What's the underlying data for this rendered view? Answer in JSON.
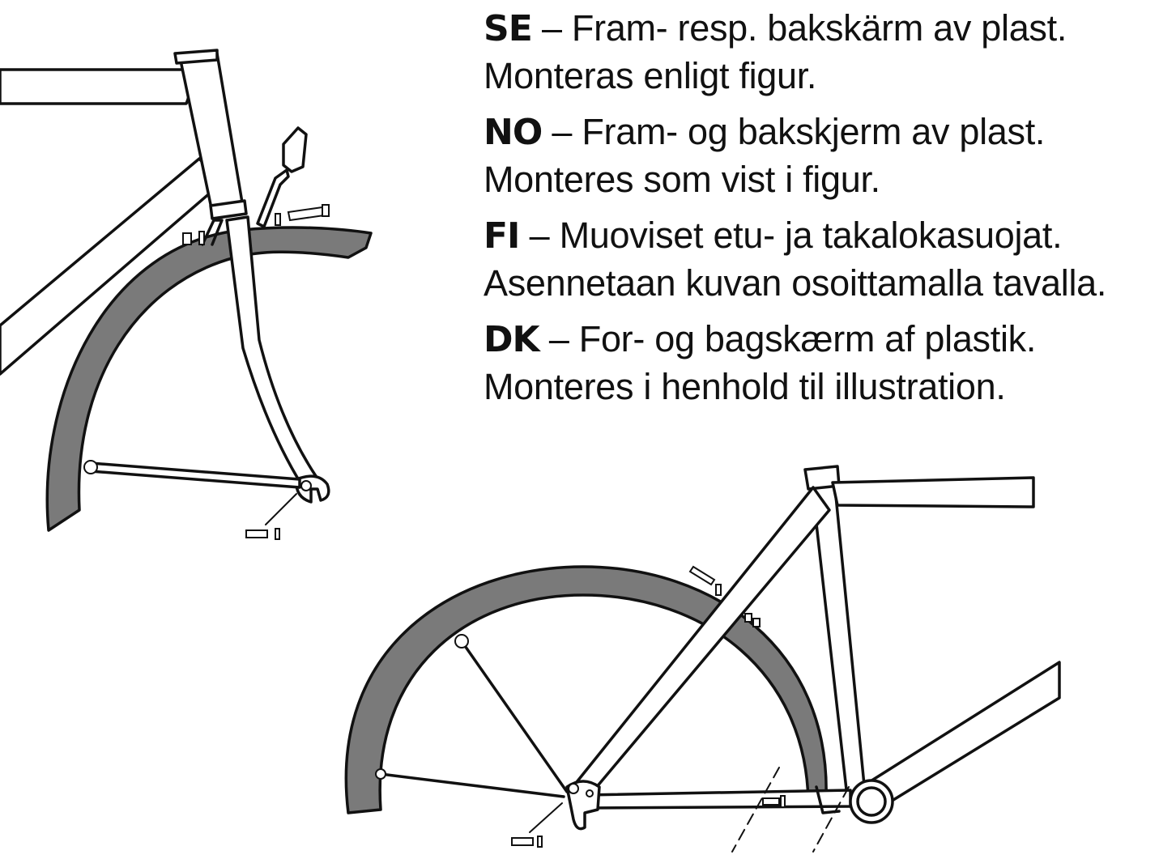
{
  "illustration": {
    "front_assembly": "front-mudguard-mounted-on-fork",
    "rear_assembly": "rear-mudguard-mounted-on-frame"
  },
  "instructions": [
    {
      "code": "SE",
      "line1": " – Fram- resp. bakskärm av plast.",
      "line2": "Monteras enligt figur."
    },
    {
      "code": "NO",
      "line1": " – Fram- og bakskjerm av plast.",
      "line2": "Monteres som vist i figur."
    },
    {
      "code": "FI",
      "line1": " – Muoviset etu- ja takalokasuojat.",
      "line2": "Asennetaan kuvan osoittamalla tavalla."
    },
    {
      "code": "DK",
      "line1": " – For- og bagskærm af plastik.",
      "line2": "Monteres i henhold til illustration."
    }
  ],
  "colors": {
    "mudguard": "#7a7a7a",
    "outline": "#111111",
    "background": "#ffffff"
  }
}
